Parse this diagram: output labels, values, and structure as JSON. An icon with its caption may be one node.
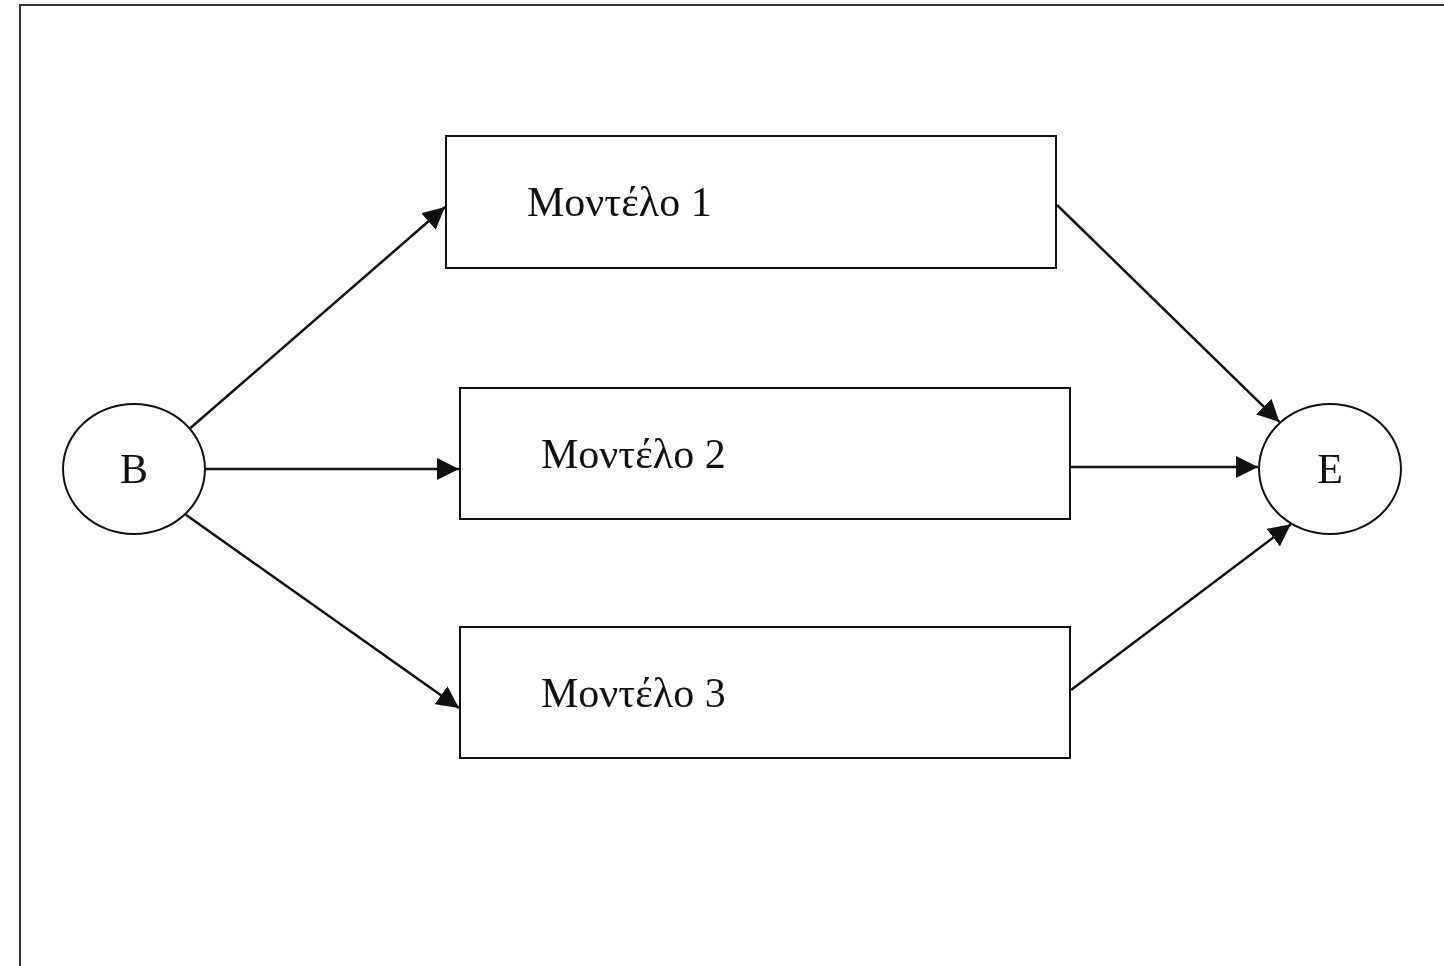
{
  "diagram": {
    "nodes": [
      {
        "text": [
          "B"
        ]
      },
      {
        "text": [
          "Μοντέλο 1"
        ]
      },
      {
        "text": [
          "Μοντέλο 2"
        ]
      },
      {
        "text": [
          "Μοντέλο 3"
        ]
      },
      {
        "text": [
          "E"
        ]
      }
    ],
    "edges": [
      {
        "from": 0,
        "to": 1,
        "arrow": "to"
      },
      {
        "from": 0,
        "to": 2,
        "arrow": "to"
      },
      {
        "from": 0,
        "to": 3,
        "arrow": "to"
      },
      {
        "from": 1,
        "to": 4,
        "arrow": "to"
      },
      {
        "from": 2,
        "to": 4,
        "arrow": "to"
      },
      {
        "from": 3,
        "to": 4,
        "arrow": "to"
      }
    ]
  }
}
